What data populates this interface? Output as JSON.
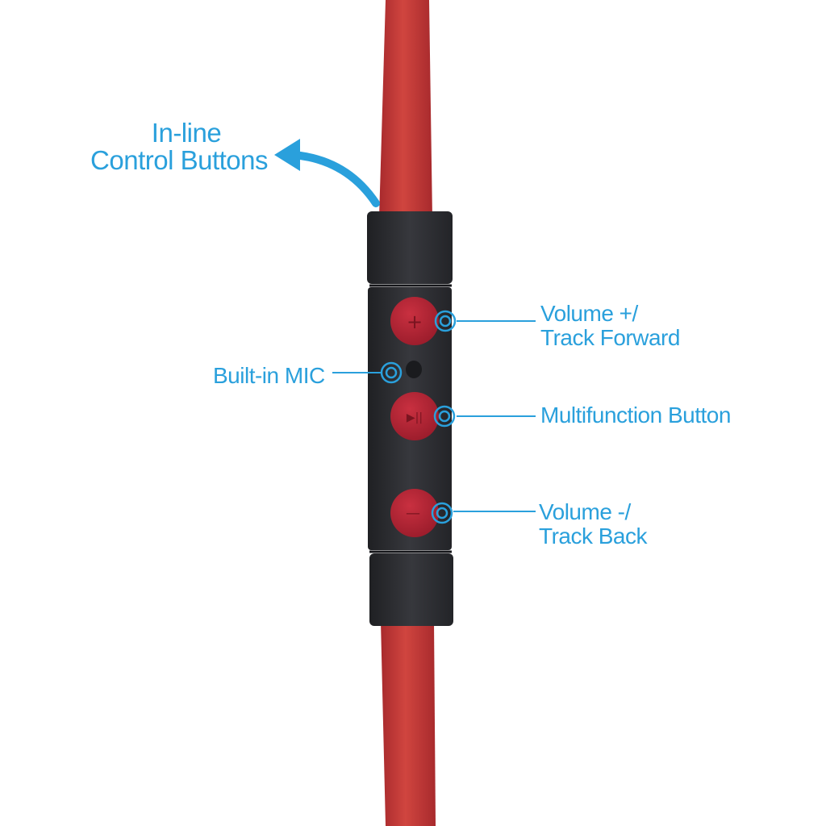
{
  "colors": {
    "cable": "#c63a3a",
    "cable_dark": "#a82a2d",
    "remote_body": "#2e2f33",
    "button": "#b52535",
    "annotation": "#2aa0dc",
    "background": "#ffffff"
  },
  "title": {
    "line1": "In-line",
    "line2": "Control Buttons"
  },
  "callouts": {
    "volume_up": {
      "line1": "Volume +/",
      "line2": "Track Forward",
      "glyph": "+",
      "icon": "plus-icon"
    },
    "mic": {
      "line1": "Built-in MIC",
      "icon": "microphone-hole"
    },
    "multifunction": {
      "line1": "Multifunction Button",
      "glyph": "▶||",
      "icon": "play-pause-icon"
    },
    "volume_down": {
      "line1": "Volume -/",
      "line2": "Track Back",
      "glyph": "—",
      "icon": "minus-icon"
    }
  }
}
